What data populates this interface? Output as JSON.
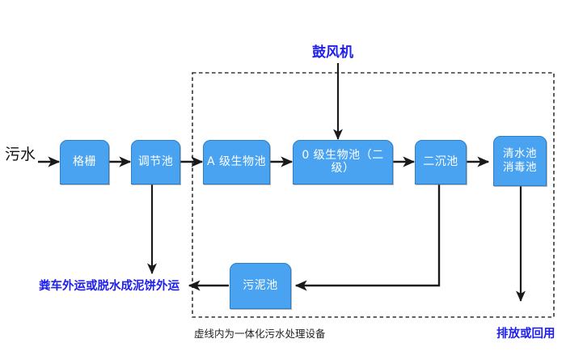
{
  "diagram": {
    "title_top": "鼓风机",
    "inlet_label": "污水",
    "sludge_outlet_label": "粪车外运或脱水成泥饼外运",
    "effluent_outlet_label": "排放或回用",
    "dashed_caption": "虚线内为一体化污水处理设备",
    "colors": {
      "node_fill": "#4aa3f0",
      "node_border": "#2f7fc4",
      "node_text": "#ffffff",
      "accent_text": "#2020ee",
      "plain_text": "#111111",
      "wire": "#1a1a1a",
      "dashed_box": "#333333"
    },
    "nodes": [
      {
        "id": "grille",
        "label": "格栅"
      },
      {
        "id": "regulating",
        "label": "调节池"
      },
      {
        "id": "a-stage",
        "label": "A 级生物池"
      },
      {
        "id": "o-stage",
        "label": "0 级生物池（二级）"
      },
      {
        "id": "clarifier",
        "label": "二沉池"
      },
      {
        "id": "clearwater",
        "label": "清水池\n消毒池"
      },
      {
        "id": "sludge",
        "label": "污泥池"
      }
    ]
  }
}
